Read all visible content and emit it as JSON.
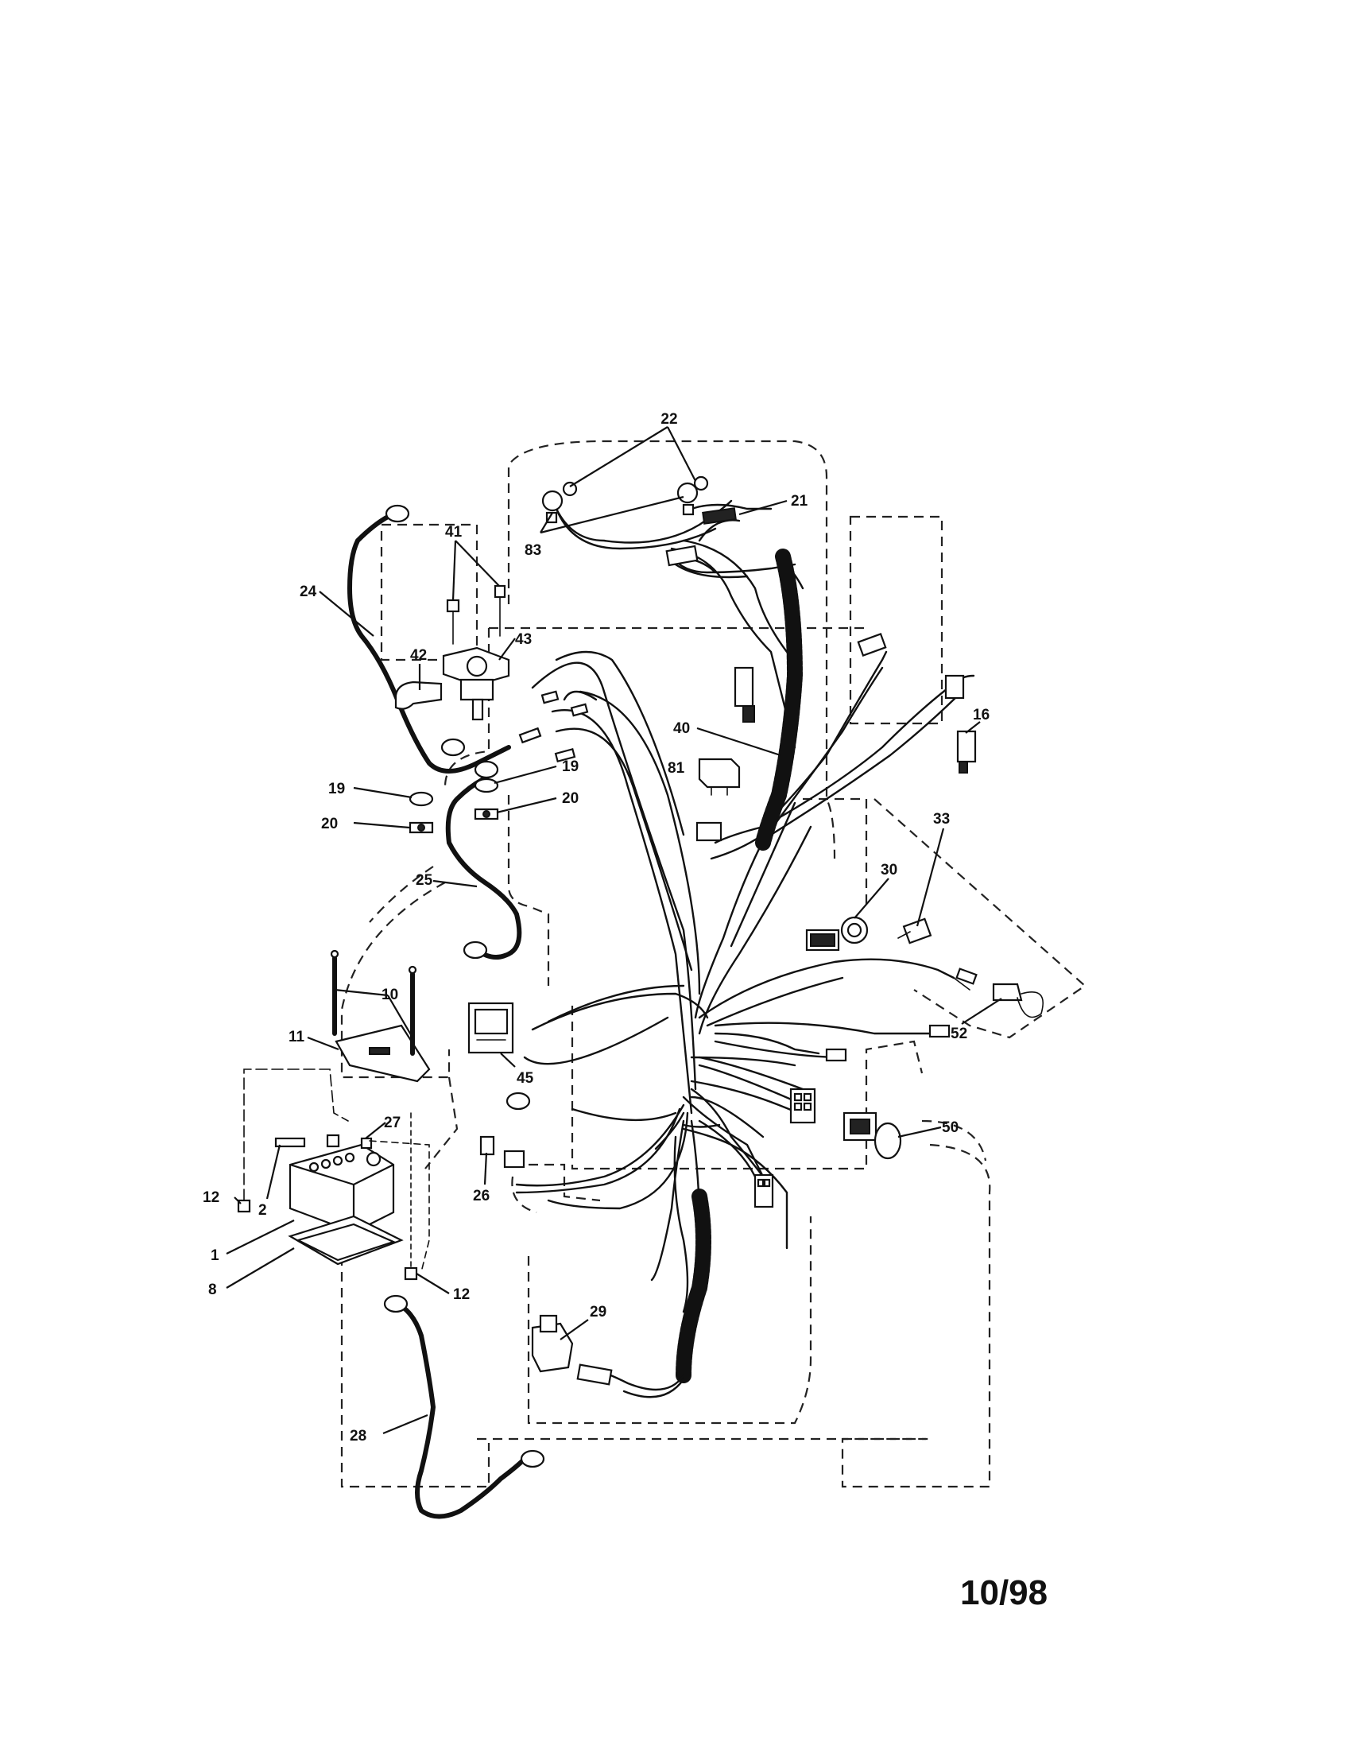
{
  "diagram": {
    "callouts": [
      {
        "id": "c22",
        "label": "22"
      },
      {
        "id": "c21",
        "label": "21"
      },
      {
        "id": "c83",
        "label": "83"
      },
      {
        "id": "c41",
        "label": "41"
      },
      {
        "id": "c24",
        "label": "24"
      },
      {
        "id": "c43",
        "label": "43"
      },
      {
        "id": "c42",
        "label": "42"
      },
      {
        "id": "c40",
        "label": "40"
      },
      {
        "id": "c16",
        "label": "16"
      },
      {
        "id": "c81",
        "label": "81"
      },
      {
        "id": "c19a",
        "label": "19"
      },
      {
        "id": "c19b",
        "label": "19"
      },
      {
        "id": "c20a",
        "label": "20"
      },
      {
        "id": "c20b",
        "label": "20"
      },
      {
        "id": "c33",
        "label": "33"
      },
      {
        "id": "c30",
        "label": "30"
      },
      {
        "id": "c25",
        "label": "25"
      },
      {
        "id": "c10",
        "label": "10"
      },
      {
        "id": "c11",
        "label": "11"
      },
      {
        "id": "c52",
        "label": "52"
      },
      {
        "id": "c45",
        "label": "45"
      },
      {
        "id": "c27",
        "label": "27"
      },
      {
        "id": "c50",
        "label": "50"
      },
      {
        "id": "c12a",
        "label": "12"
      },
      {
        "id": "c2",
        "label": "2"
      },
      {
        "id": "c26",
        "label": "26"
      },
      {
        "id": "c1",
        "label": "1"
      },
      {
        "id": "c12b",
        "label": "12"
      },
      {
        "id": "c8",
        "label": "8"
      },
      {
        "id": "c29",
        "label": "29"
      },
      {
        "id": "c28",
        "label": "28"
      }
    ],
    "date_code": "10/98"
  }
}
